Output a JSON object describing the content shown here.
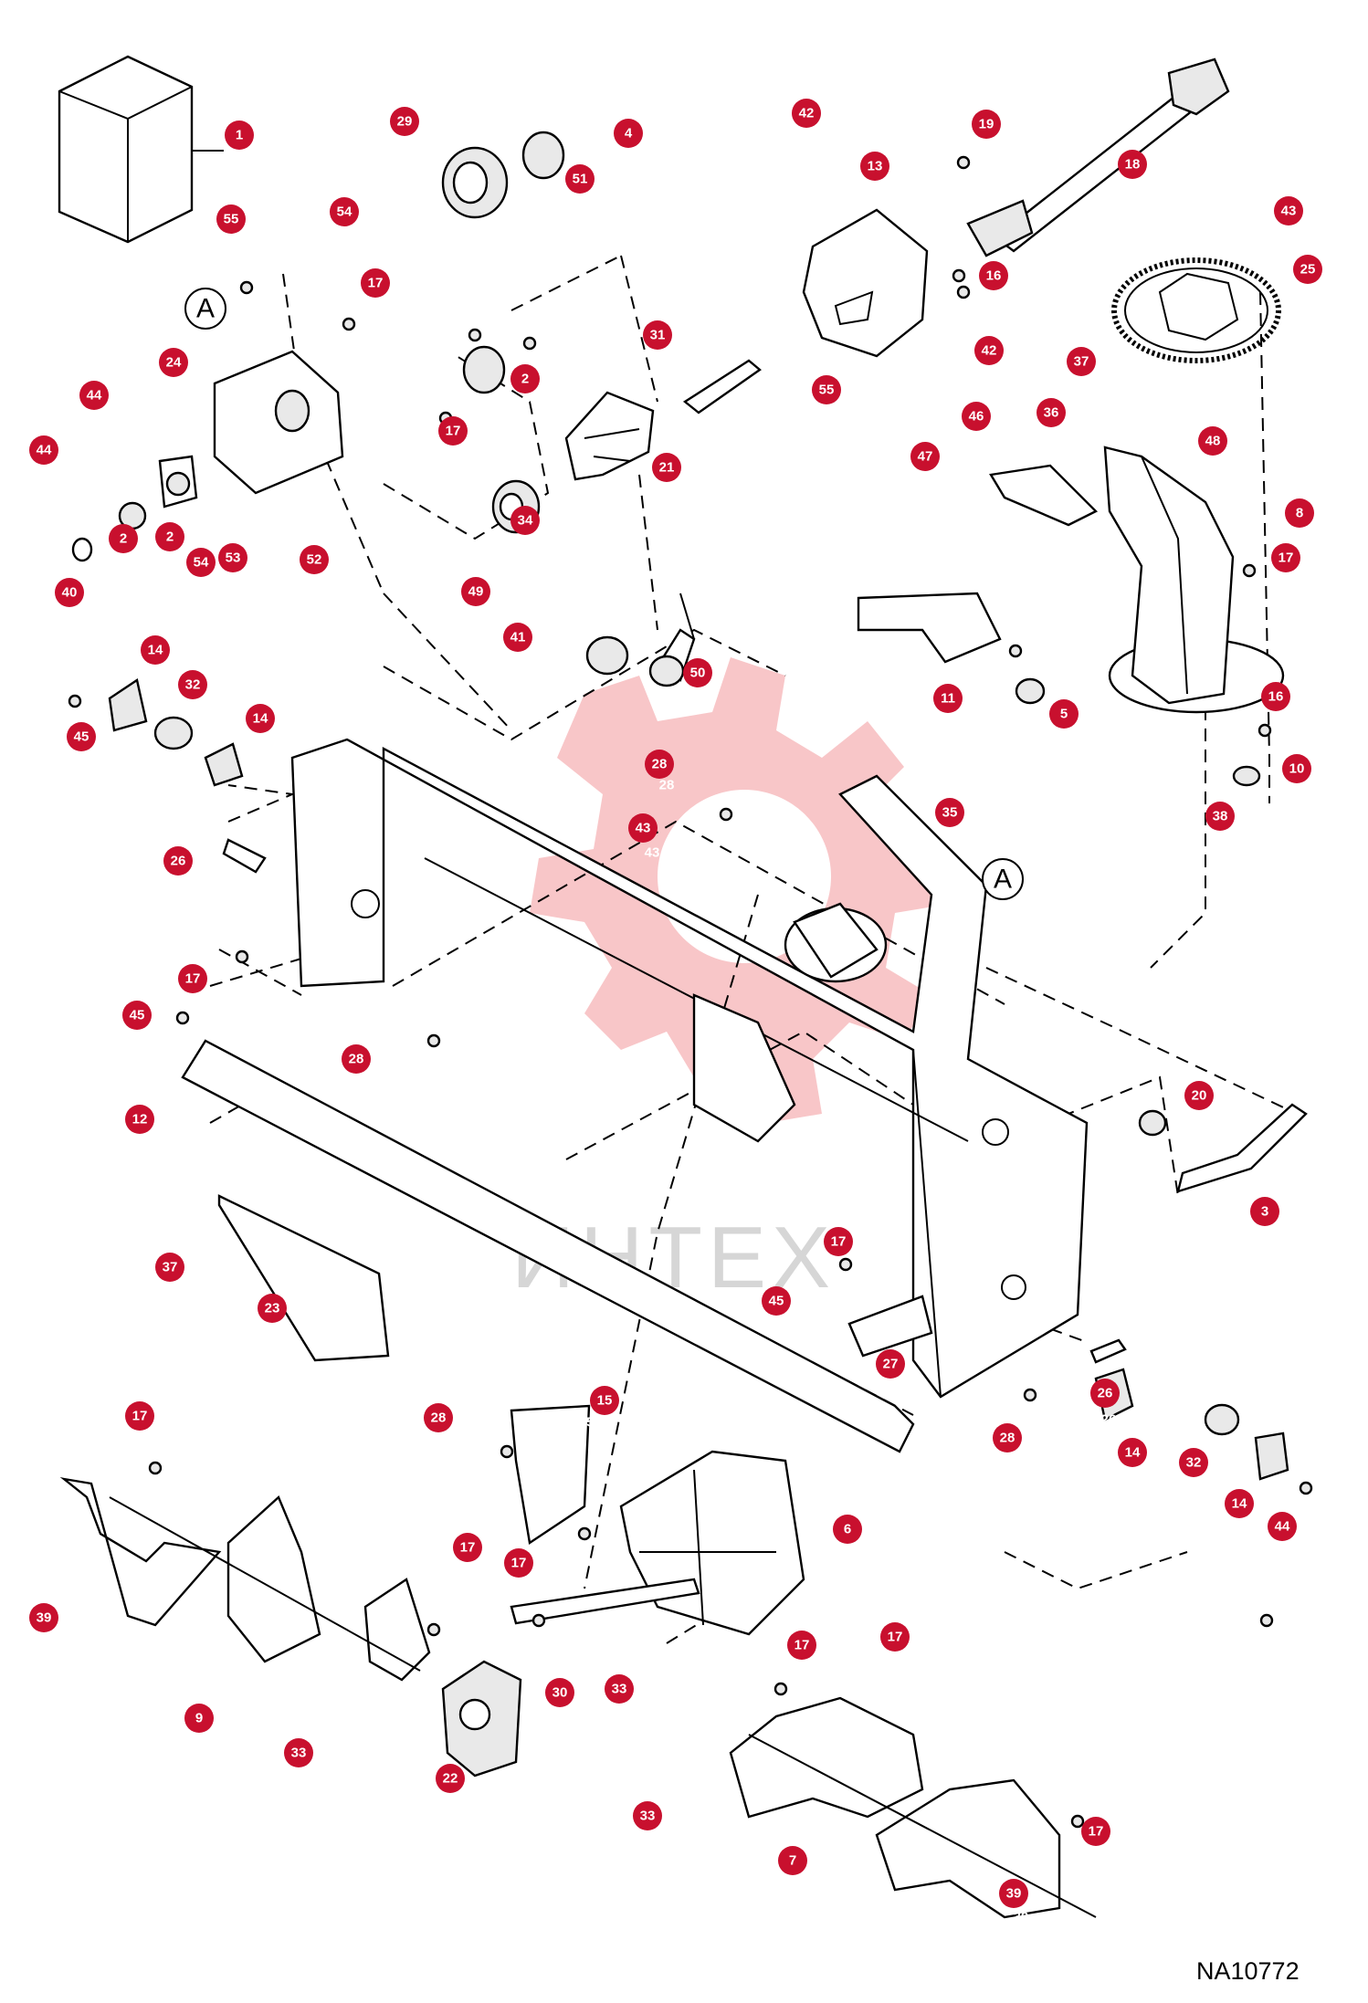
{
  "diagram": {
    "document_id": "NA10772",
    "watermark_text": "ИНТЕХ",
    "section_ref": "A",
    "badge_color": "#c8102e",
    "watermark_color": "#f6b3b6"
  },
  "callouts": [
    "1",
    "2",
    "3",
    "4",
    "5",
    "6",
    "7",
    "8",
    "9",
    "10",
    "11",
    "12",
    "13",
    "14",
    "15",
    "16",
    "17",
    "18",
    "19",
    "20",
    "21",
    "22",
    "23",
    "24",
    "25",
    "26",
    "27",
    "28",
    "29",
    "30",
    "31",
    "32",
    "33",
    "34",
    "35",
    "36",
    "37",
    "38",
    "39",
    "40",
    "41",
    "42",
    "43",
    "44",
    "45",
    "46",
    "47",
    "48",
    "49",
    "50",
    "51",
    "52",
    "53",
    "54",
    "55"
  ]
}
